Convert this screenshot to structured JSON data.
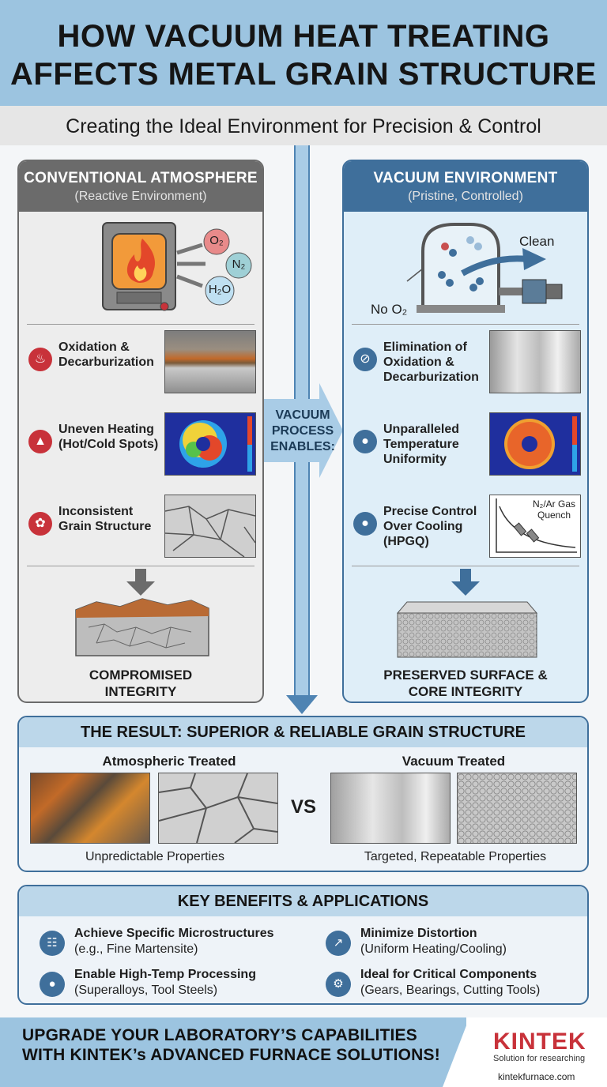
{
  "header": {
    "title_line1": "HOW VACUUM HEAT TREATING",
    "title_line2": "AFFECTS METAL GRAIN STRUCTURE",
    "subtitle": "Creating the Ideal Environment for Precision & Control"
  },
  "left_panel": {
    "title": "CONVENTIONAL ATMOSPHERE",
    "subtitle": "(Reactive Environment)",
    "gases": [
      "O₂",
      "N₂",
      "H₂O"
    ],
    "rows": [
      {
        "label": "Oxidation & Decarburization",
        "icon": "smoke-icon"
      },
      {
        "label": "Uneven Heating (Hot/Cold Spots)",
        "icon": "flame-icon"
      },
      {
        "label": "Inconsistent Grain Structure",
        "icon": "molecule-icon"
      }
    ],
    "caption_line1": "COMPROMISED",
    "caption_line2": "INTEGRITY"
  },
  "middle": {
    "line1": "VACUUM",
    "line2": "PROCESS",
    "line3": "ENABLES:"
  },
  "right_panel": {
    "title": "VACUUM ENVIRONMENT",
    "subtitle": "(Pristine, Controlled)",
    "no_o2": "No O₂",
    "clean": "Clean",
    "rows": [
      {
        "label": "Elimination of Oxidation & Decarburization",
        "icon": "no-sign-icon"
      },
      {
        "label": "Unparalleled Temperature Uniformity",
        "icon": "thermometer-icon"
      },
      {
        "label": "Precise Control Over Cooling (HPGQ)",
        "icon": "thermometer-icon"
      }
    ],
    "quench_label": "N₂/Ar Gas Quench",
    "caption_line1": "PRESERVED SURFACE &",
    "caption_line2": "CORE INTEGRITY"
  },
  "result": {
    "title": "THE RESULT: SUPERIOR & RELIABLE GRAIN STRUCTURE",
    "left_title": "Atmospheric Treated",
    "left_caption": "Unpredictable Properties",
    "vs": "VS",
    "right_title": "Vacuum Treated",
    "right_caption": "Targeted, Repeatable Properties"
  },
  "benefits": {
    "title": "KEY BENEFITS & APPLICATIONS",
    "items": [
      {
        "title": "Achieve Specific Microstructures",
        "sub": "(e.g., Fine Martensite)",
        "icon": "hierarchy-icon"
      },
      {
        "title": "Minimize Distortion",
        "sub": "(Uniform Heating/Cooling)",
        "icon": "chart-icon"
      },
      {
        "title": "Enable High-Temp Processing",
        "sub": "(Superalloys, Tool Steels)",
        "icon": "thermometer-icon"
      },
      {
        "title": "Ideal for Critical Components",
        "sub": "(Gears, Bearings, Cutting Tools)",
        "icon": "gear-icon"
      }
    ]
  },
  "footer": {
    "cta_line1": "UPGRADE YOUR LABORATORY’S CAPABILITIES",
    "cta_line2": "WITH KINTEK’s ADVANCED FURNACE SOLUTIONS!",
    "logo": "KINTEK",
    "tagline": "Solution for researching",
    "url": "kintekfurnace.com"
  },
  "colors": {
    "header_blue": "#9cc4e0",
    "accent_blue": "#3f6f9b",
    "warning_red": "#c8323a",
    "neutral_gray": "#6b6b6b"
  }
}
